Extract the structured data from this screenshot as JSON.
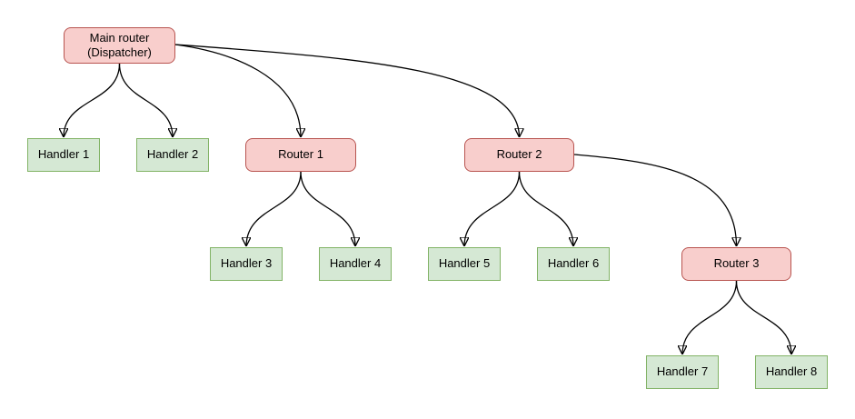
{
  "nodes": [
    {
      "id": "main-router",
      "label": "Main router\n(Dispatcher)",
      "kind": "router"
    },
    {
      "id": "handler-1",
      "label": "Handler 1",
      "kind": "handler"
    },
    {
      "id": "handler-2",
      "label": "Handler 2",
      "kind": "handler"
    },
    {
      "id": "router-1",
      "label": "Router 1",
      "kind": "router"
    },
    {
      "id": "router-2",
      "label": "Router 2",
      "kind": "router"
    },
    {
      "id": "handler-3",
      "label": "Handler 3",
      "kind": "handler"
    },
    {
      "id": "handler-4",
      "label": "Handler 4",
      "kind": "handler"
    },
    {
      "id": "handler-5",
      "label": "Handler 5",
      "kind": "handler"
    },
    {
      "id": "handler-6",
      "label": "Handler 6",
      "kind": "handler"
    },
    {
      "id": "router-3",
      "label": "Router 3",
      "kind": "router"
    },
    {
      "id": "handler-7",
      "label": "Handler 7",
      "kind": "handler"
    },
    {
      "id": "handler-8",
      "label": "Handler 8",
      "kind": "handler"
    }
  ],
  "edges": [
    {
      "from": "main-router",
      "to": "handler-1"
    },
    {
      "from": "main-router",
      "to": "handler-2"
    },
    {
      "from": "main-router",
      "to": "router-1"
    },
    {
      "from": "main-router",
      "to": "router-2"
    },
    {
      "from": "router-1",
      "to": "handler-3"
    },
    {
      "from": "router-1",
      "to": "handler-4"
    },
    {
      "from": "router-2",
      "to": "handler-5"
    },
    {
      "from": "router-2",
      "to": "handler-6"
    },
    {
      "from": "router-2",
      "to": "router-3"
    },
    {
      "from": "router-3",
      "to": "handler-7"
    },
    {
      "from": "router-3",
      "to": "handler-8"
    }
  ],
  "colors": {
    "router_fill": "#f8cecc",
    "router_border": "#b85450",
    "handler_fill": "#d5e8d4",
    "handler_border": "#82b366",
    "edge": "#000000",
    "background": "#ffffff"
  }
}
